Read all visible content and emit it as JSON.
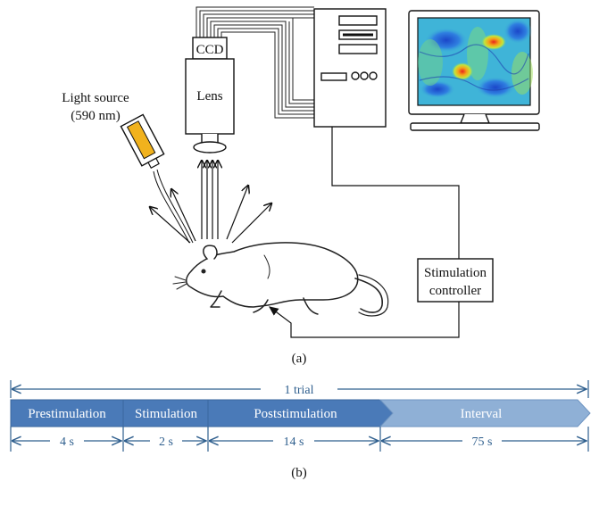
{
  "panel_a": {
    "light_source_label": "Light source",
    "light_source_wavelength": "(590 nm)",
    "ccd_label": "CCD",
    "lens_label": "Lens",
    "stim_controller_line1": "Stimulation",
    "stim_controller_line2": "controller",
    "caption": "(a)"
  },
  "panel_b": {
    "trial_label": "1 trial",
    "phases": [
      {
        "label": "Prestimulation",
        "duration": "4 s"
      },
      {
        "label": "Stimulation",
        "duration": "2 s"
      },
      {
        "label": "Poststimulation",
        "duration": "14 s"
      },
      {
        "label": "Interval",
        "duration": "75 s"
      }
    ],
    "caption": "(b)"
  },
  "colors": {
    "timeline_dark": "#4a7ab8",
    "timeline_light": "#8fb0d6",
    "timeline_border": "#3a679e",
    "dimension_lines": "#2f5f8e",
    "light_amber": "#f1b21d"
  }
}
